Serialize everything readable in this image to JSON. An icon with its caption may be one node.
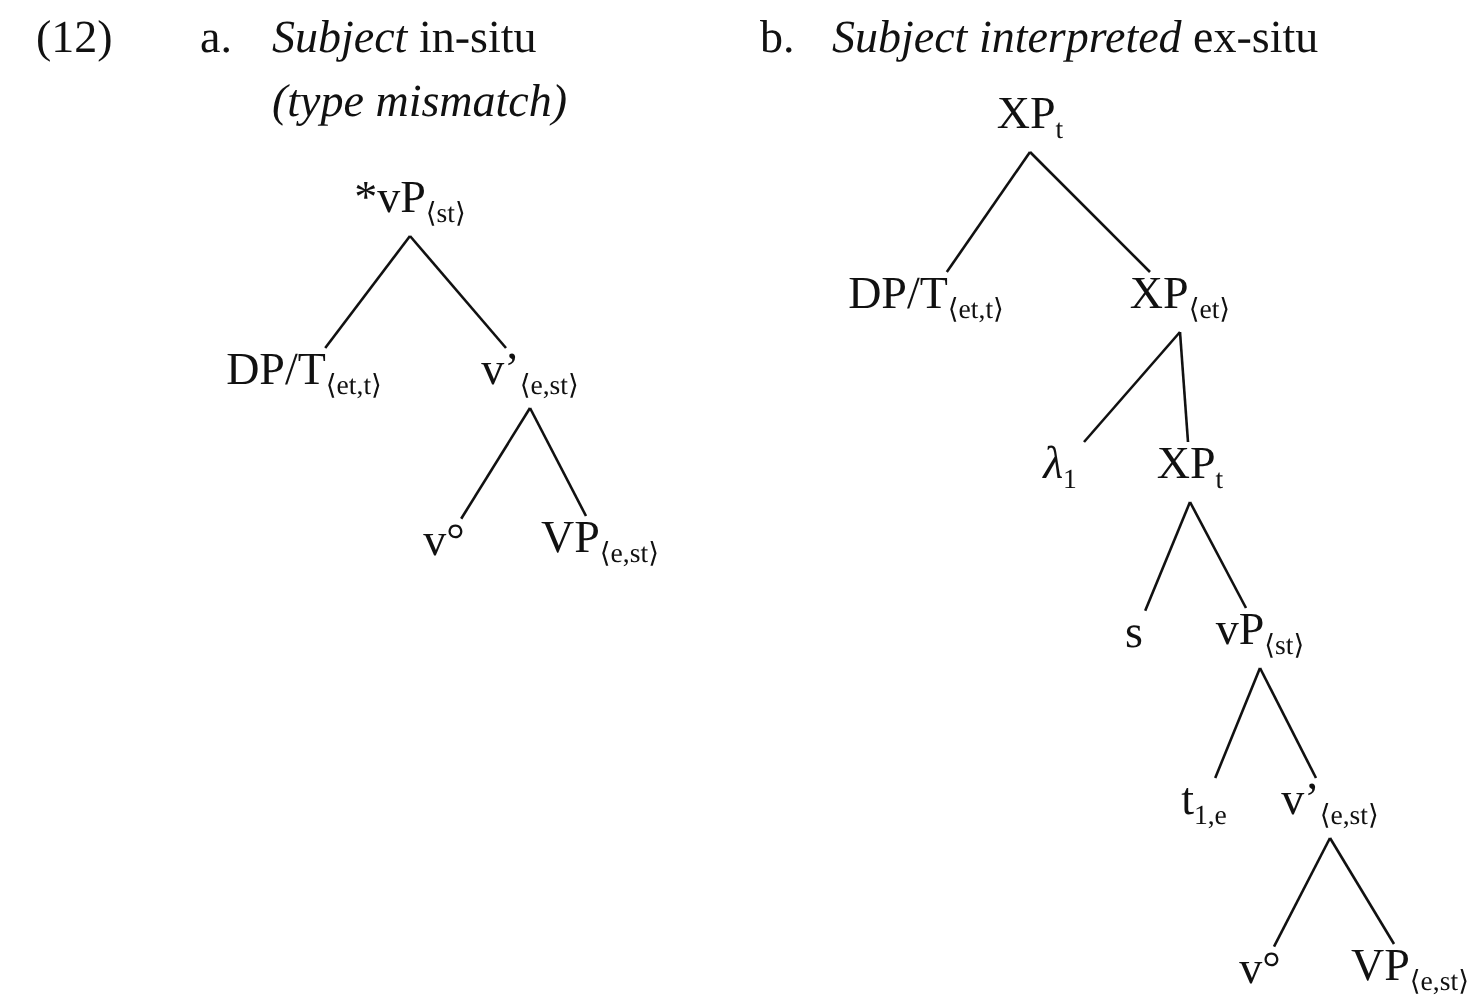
{
  "diagram": {
    "nodes": [
      {
        "text": [
          "*vP$_{⟨st⟩}$"
        ]
      },
      {
        "text": [
          "DP/T$_{⟨et,t⟩}$"
        ]
      },
      {
        "text": [
          "v’$_{⟨e,st⟩}$"
        ]
      },
      {
        "text": [
          "v°"
        ]
      },
      {
        "text": [
          "VP$_{⟨e,st⟩}$"
        ]
      },
      {
        "text": [
          "XP$_{t}$"
        ]
      },
      {
        "text": [
          "DP/T$_{⟨et,t⟩}$"
        ]
      },
      {
        "text": [
          "XP$_{⟨et⟩}$"
        ]
      },
      {
        "text": [
          "*λ*$_{1}$"
        ]
      },
      {
        "text": [
          "XP$_{t}$"
        ]
      },
      {
        "text": [
          "s"
        ]
      },
      {
        "text": [
          "vP$_{⟨st⟩}$"
        ]
      },
      {
        "text": [
          "t$_{1,e}$"
        ]
      },
      {
        "text": [
          "v’$_{⟨e,st⟩}$"
        ]
      },
      {
        "text": [
          "v°"
        ]
      },
      {
        "text": [
          "VP$_{⟨e,st⟩}$"
        ]
      }
    ],
    "edges": [
      {
        "from": 0,
        "to": 1,
        "arrow": "none"
      },
      {
        "from": 0,
        "to": 2,
        "arrow": "none"
      },
      {
        "from": 2,
        "to": 3,
        "arrow": "none"
      },
      {
        "from": 2,
        "to": 4,
        "arrow": "none"
      },
      {
        "from": 5,
        "to": 6,
        "arrow": "none"
      },
      {
        "from": 5,
        "to": 7,
        "arrow": "none"
      },
      {
        "from": 7,
        "to": 8,
        "arrow": "none"
      },
      {
        "from": 7,
        "to": 9,
        "arrow": "none"
      },
      {
        "from": 9,
        "to": 10,
        "arrow": "none"
      },
      {
        "from": 9,
        "to": 11,
        "arrow": "none"
      },
      {
        "from": 11,
        "to": 12,
        "arrow": "none"
      },
      {
        "from": 11,
        "to": 13,
        "arrow": "none"
      },
      {
        "from": 13,
        "to": 14,
        "arrow": "none"
      },
      {
        "from": 13,
        "to": 15,
        "arrow": "none"
      }
    ],
    "labels": [
      "(12)",
      "a.",
      "*Subject* in-situ",
      "(type mismatch)",
      "b.",
      "*Subject interpreted* ex-situ"
    ]
  }
}
